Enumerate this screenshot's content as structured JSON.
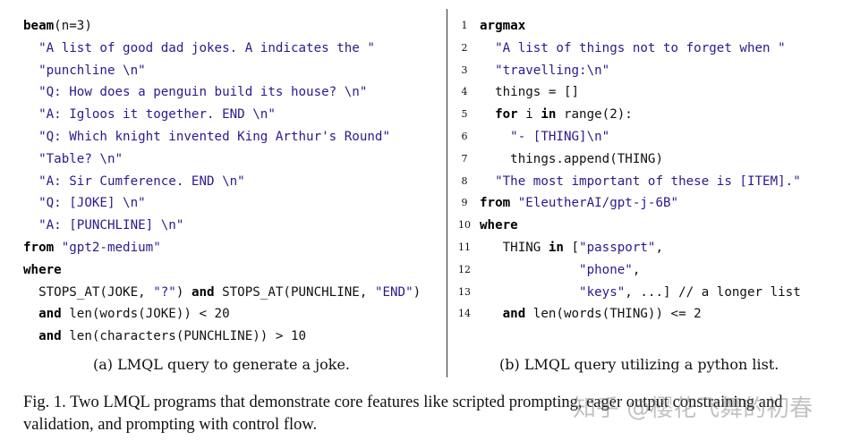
{
  "figure": {
    "left_code": [
      [
        {
          "t": "beam",
          "c": "kw"
        },
        {
          "t": "(n=3)",
          "c": "plain"
        }
      ],
      [
        {
          "t": "  ",
          "c": "plain"
        },
        {
          "t": "\"A list of good dad jokes. A indicates the \"",
          "c": "str"
        }
      ],
      [
        {
          "t": "  ",
          "c": "plain"
        },
        {
          "t": "\"punchline \\n\"",
          "c": "str"
        }
      ],
      [
        {
          "t": "  ",
          "c": "plain"
        },
        {
          "t": "\"Q: How does a penguin build its house? \\n\"",
          "c": "str"
        }
      ],
      [
        {
          "t": "  ",
          "c": "plain"
        },
        {
          "t": "\"A: Igloos it together. END \\n\"",
          "c": "str"
        }
      ],
      [
        {
          "t": "  ",
          "c": "plain"
        },
        {
          "t": "\"Q: Which knight invented King Arthur's Round\"",
          "c": "str"
        }
      ],
      [
        {
          "t": "  ",
          "c": "plain"
        },
        {
          "t": "\"Table? \\n\"",
          "c": "str"
        }
      ],
      [
        {
          "t": "  ",
          "c": "plain"
        },
        {
          "t": "\"A: Sir Cumference. END \\n\"",
          "c": "str"
        }
      ],
      [
        {
          "t": "  ",
          "c": "plain"
        },
        {
          "t": "\"Q: [JOKE] \\n\"",
          "c": "str"
        }
      ],
      [
        {
          "t": "  ",
          "c": "plain"
        },
        {
          "t": "\"A: [PUNCHLINE] \\n\"",
          "c": "str"
        }
      ],
      [
        {
          "t": "from",
          "c": "kw"
        },
        {
          "t": " ",
          "c": "plain"
        },
        {
          "t": "\"gpt2-medium\"",
          "c": "str"
        }
      ],
      [
        {
          "t": "where",
          "c": "kw"
        }
      ],
      [
        {
          "t": "  STOPS_AT(JOKE, ",
          "c": "plain"
        },
        {
          "t": "\"?\"",
          "c": "str"
        },
        {
          "t": ") ",
          "c": "plain"
        },
        {
          "t": "and",
          "c": "kw"
        },
        {
          "t": " STOPS_AT(PUNCHLINE, ",
          "c": "plain"
        },
        {
          "t": "\"END\"",
          "c": "str"
        },
        {
          "t": ")",
          "c": "plain"
        }
      ],
      [
        {
          "t": "  ",
          "c": "plain"
        },
        {
          "t": "and",
          "c": "kw"
        },
        {
          "t": " len(words(JOKE)) < 20",
          "c": "plain"
        }
      ],
      [
        {
          "t": "  ",
          "c": "plain"
        },
        {
          "t": "and",
          "c": "kw"
        },
        {
          "t": " len(characters(PUNCHLINE)) > 10",
          "c": "plain"
        }
      ]
    ],
    "left_caption": "(a) LMQL query to generate a joke.",
    "right_code": [
      [
        {
          "t": "argmax",
          "c": "kw"
        }
      ],
      [
        {
          "t": "  ",
          "c": "plain"
        },
        {
          "t": "\"A list of things not to forget when \"",
          "c": "str"
        }
      ],
      [
        {
          "t": "  ",
          "c": "plain"
        },
        {
          "t": "\"travelling:\\n\"",
          "c": "str"
        }
      ],
      [
        {
          "t": "  things = []",
          "c": "plain"
        }
      ],
      [
        {
          "t": "  ",
          "c": "plain"
        },
        {
          "t": "for",
          "c": "kw"
        },
        {
          "t": " i ",
          "c": "plain"
        },
        {
          "t": "in",
          "c": "kw"
        },
        {
          "t": " range(2):",
          "c": "plain"
        }
      ],
      [
        {
          "t": "    ",
          "c": "plain"
        },
        {
          "t": "\"- [THING]\\n\"",
          "c": "str"
        }
      ],
      [
        {
          "t": "    things.append(THING)",
          "c": "plain"
        }
      ],
      [
        {
          "t": "  ",
          "c": "plain"
        },
        {
          "t": "\"The most important of these is [ITEM].\"",
          "c": "str"
        }
      ],
      [
        {
          "t": "from",
          "c": "kw"
        },
        {
          "t": " ",
          "c": "plain"
        },
        {
          "t": "\"EleutherAI/gpt-j-6B\"",
          "c": "str"
        }
      ],
      [
        {
          "t": "where",
          "c": "kw"
        }
      ],
      [
        {
          "t": "   THING ",
          "c": "plain"
        },
        {
          "t": "in",
          "c": "kw"
        },
        {
          "t": " [",
          "c": "plain"
        },
        {
          "t": "\"passport\"",
          "c": "str"
        },
        {
          "t": ",",
          "c": "plain"
        }
      ],
      [
        {
          "t": "             ",
          "c": "plain"
        },
        {
          "t": "\"phone\"",
          "c": "str"
        },
        {
          "t": ",",
          "c": "plain"
        }
      ],
      [
        {
          "t": "             ",
          "c": "plain"
        },
        {
          "t": "\"keys\"",
          "c": "str"
        },
        {
          "t": ", ...] // a longer list",
          "c": "plain"
        }
      ],
      [
        {
          "t": "   ",
          "c": "plain"
        },
        {
          "t": "and",
          "c": "kw"
        },
        {
          "t": " len(words(THING)) <= 2",
          "c": "plain"
        }
      ]
    ],
    "right_caption": "(b) LMQL query utilizing a python list.",
    "caption": "Fig. 1.  Two LMQL programs that demonstrate core features like scripted prompting, eager output constraining and validation, and prompting with control flow.",
    "watermark": "知乎 @樱花飞舞的初春",
    "colors": {
      "string": "#2b1a8c",
      "keyword": "#000000"
    }
  }
}
